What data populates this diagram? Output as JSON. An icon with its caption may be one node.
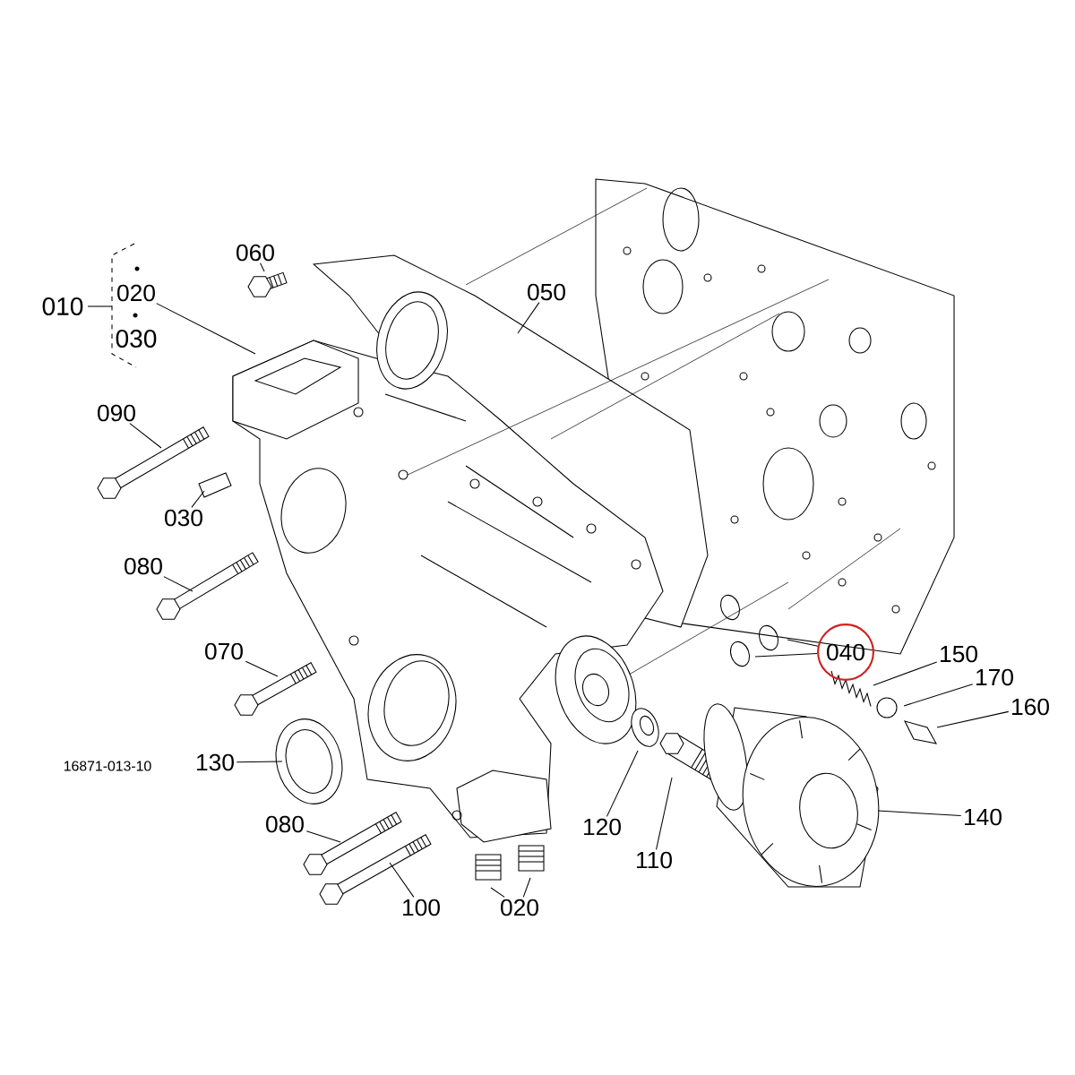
{
  "diagram": {
    "nodes": [
      {
        "text": [
          "060"
        ]
      },
      {
        "text": [
          "050"
        ]
      },
      {
        "text": [
          "020"
        ]
      },
      {
        "text": [
          "090"
        ]
      },
      {
        "text": [
          "030"
        ]
      },
      {
        "text": [
          "080"
        ]
      },
      {
        "text": [
          "070"
        ]
      },
      {
        "text": [
          "130"
        ]
      },
      {
        "text": [
          "080"
        ]
      },
      {
        "text": [
          "100"
        ]
      },
      {
        "text": [
          "020"
        ]
      },
      {
        "text": [
          "120"
        ]
      },
      {
        "text": [
          "110"
        ]
      },
      {
        "text": [
          "140"
        ]
      },
      {
        "text": [
          "040"
        ]
      },
      {
        "text": [
          "150"
        ]
      },
      {
        "text": [
          "170"
        ]
      },
      {
        "text": [
          "160"
        ]
      }
    ],
    "edges": [
      {
        "from": 0,
        "to": null,
        "arrow": "none"
      },
      {
        "from": 1,
        "to": null,
        "arrow": "none"
      },
      {
        "from": 2,
        "to": null,
        "arrow": "none"
      },
      {
        "from": 3,
        "to": null,
        "arrow": "none"
      },
      {
        "from": 4,
        "to": null,
        "arrow": "none"
      },
      {
        "from": 5,
        "to": null,
        "arrow": "none"
      },
      {
        "from": 6,
        "to": null,
        "arrow": "none"
      },
      {
        "from": 7,
        "to": null,
        "arrow": "none"
      },
      {
        "from": 8,
        "to": null,
        "arrow": "none"
      },
      {
        "from": 9,
        "to": null,
        "arrow": "none"
      },
      {
        "from": 10,
        "to": null,
        "arrow": "none"
      },
      {
        "from": 10,
        "to": null,
        "arrow": "none"
      },
      {
        "from": 11,
        "to": null,
        "arrow": "none"
      },
      {
        "from": 12,
        "to": null,
        "arrow": "none"
      },
      {
        "from": 13,
        "to": null,
        "arrow": "none"
      },
      {
        "from": 14,
        "to": null,
        "arrow": "none"
      },
      {
        "from": 14,
        "to": null,
        "arrow": "none"
      },
      {
        "from": 15,
        "to": null,
        "arrow": "none"
      },
      {
        "from": 16,
        "to": null,
        "arrow": "none"
      },
      {
        "from": 17,
        "to": null,
        "arrow": "none"
      }
    ],
    "labels": [
      "010",
      "030",
      "16871-013-10"
    ]
  }
}
